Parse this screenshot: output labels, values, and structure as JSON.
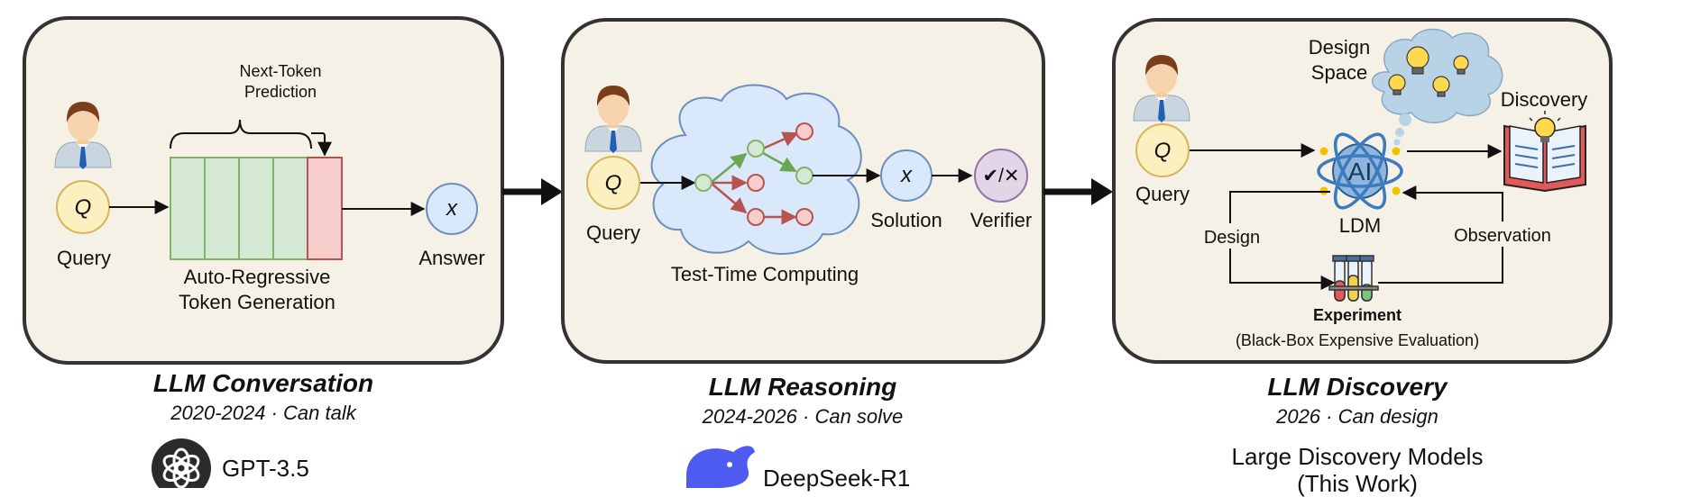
{
  "panel1": {
    "next_token_label": [
      "Next-Token",
      "Prediction"
    ],
    "query_label": "Query",
    "query_symbol": "Q",
    "answer_symbol": "x",
    "answer_label": "Answer",
    "generation_label": [
      "Auto-Regressive",
      "Token Generation"
    ],
    "title": "LLM Conversation",
    "subtitle": "2020-2024 · Can talk",
    "model": "GPT-3.5"
  },
  "panel2": {
    "query_label": "Query",
    "query_symbol": "Q",
    "cloud_label": "Test-Time Computing",
    "solution_symbol": "x",
    "solution_label": "Solution",
    "verifier_symbol": "✔/✕",
    "verifier_label": "Verifier",
    "title": "LLM Reasoning",
    "subtitle": "2024-2026 · Can solve",
    "model": "DeepSeek-R1"
  },
  "panel3": {
    "design_space_label": [
      "Design",
      "Space"
    ],
    "discovery_label": "Discovery",
    "query_label": "Query",
    "query_symbol": "Q",
    "ldm_label": "LDM",
    "ai_text": "AI",
    "design_label": "Design",
    "observation_label": "Observation",
    "experiment_label": "Experiment",
    "experiment_note": "(Black-Box Expensive Evaluation)",
    "title": "LLM Discovery",
    "subtitle": "2026 · Can design",
    "model": [
      "Large Discovery Models",
      "(This Work)"
    ]
  },
  "colors": {
    "panel_fill": "#f5f1e6",
    "panel_stroke": "#333333",
    "query_fill": "#fcefc0",
    "query_stroke": "#d6b656",
    "answer_fill": "#dae8fc",
    "answer_stroke": "#6c8ebf",
    "token_fill": "#d5e8d4",
    "token_stroke": "#82b366",
    "predict_fill": "#f8cecc",
    "predict_stroke": "#b85450",
    "verifier_fill": "#e1d5e7",
    "verifier_stroke": "#9673a6",
    "cloud_fill": "#dae8fc"
  },
  "icons": [
    "person-avatar-icon",
    "openai-logo-icon",
    "whale-logo-icon",
    "lightbulb-icon",
    "book-icon",
    "atom-ai-icon",
    "test-tubes-icon"
  ]
}
